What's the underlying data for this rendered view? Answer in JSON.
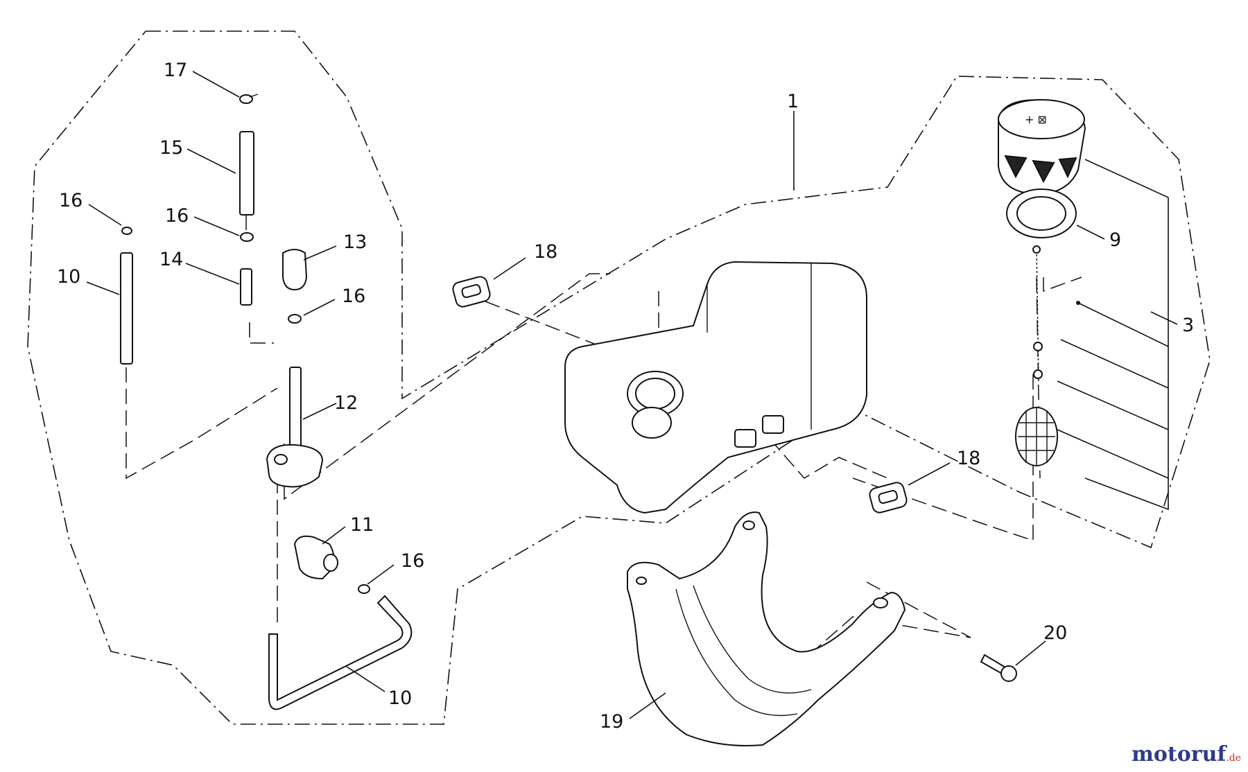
{
  "diagram": {
    "callouts": [
      {
        "id": "c17",
        "label": "17"
      },
      {
        "id": "c15",
        "label": "15"
      },
      {
        "id": "c16a",
        "label": "16"
      },
      {
        "id": "c16b",
        "label": "16"
      },
      {
        "id": "c10a",
        "label": "10"
      },
      {
        "id": "c14",
        "label": "14"
      },
      {
        "id": "c13",
        "label": "13"
      },
      {
        "id": "c16c",
        "label": "16"
      },
      {
        "id": "c12",
        "label": "12"
      },
      {
        "id": "c11",
        "label": "11"
      },
      {
        "id": "c16d",
        "label": "16"
      },
      {
        "id": "c10b",
        "label": "10"
      },
      {
        "id": "c18a",
        "label": "18"
      },
      {
        "id": "c1",
        "label": "1"
      },
      {
        "id": "c9",
        "label": "9"
      },
      {
        "id": "c3",
        "label": "3"
      },
      {
        "id": "c18b",
        "label": "18"
      },
      {
        "id": "c20",
        "label": "20"
      },
      {
        "id": "c19",
        "label": "19"
      }
    ]
  },
  "watermark": {
    "main": "motoruf",
    "suffix": ".de",
    "color_main": "#2f3a8a",
    "color_suffix": "#c03020"
  }
}
